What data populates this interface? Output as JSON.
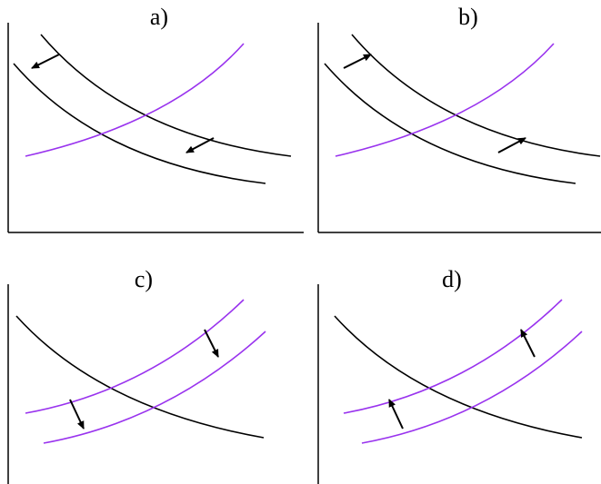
{
  "panels": [
    {
      "label": "a)"
    },
    {
      "label": "b)"
    },
    {
      "label": "c)"
    },
    {
      "label": "d)"
    }
  ],
  "colors": {
    "demand": "#000000",
    "supply": "#9933ee",
    "arrow": "#000000"
  }
}
